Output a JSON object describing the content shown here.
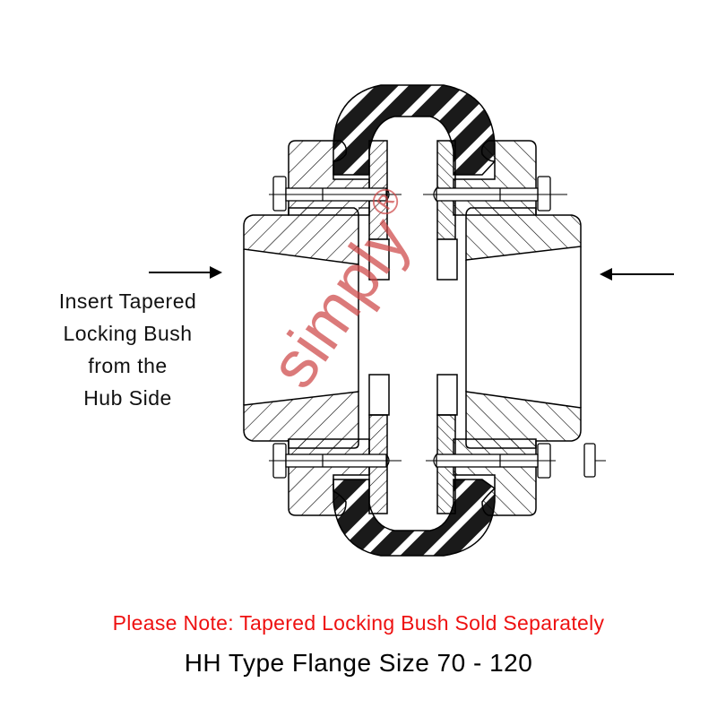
{
  "diagram": {
    "subject": "HH type flange coupling cross-section",
    "components": [
      "left-hub",
      "right-hub",
      "left-flange",
      "right-flange",
      "rubber-tyre-element",
      "clamp-rings",
      "bolts",
      "tapered-bore"
    ],
    "arrows": [
      {
        "name": "left-insert-arrow",
        "direction": "right"
      },
      {
        "name": "right-insert-arrow",
        "direction": "left"
      }
    ],
    "colors": {
      "line": "#000000",
      "rubber": "#1a1a1a",
      "background": "#ffffff"
    }
  },
  "side_label": {
    "lines": [
      "Insert Tapered",
      "Locking Bush",
      "from the",
      "Hub Side"
    ]
  },
  "watermark": {
    "text": "simply",
    "mark": "®",
    "color": "#cd4646"
  },
  "footer": {
    "note": "Please Note: Tapered Locking Bush Sold Separately",
    "note_color": "#ee1111",
    "title": "HH Type Flange Size 70 - 120"
  }
}
